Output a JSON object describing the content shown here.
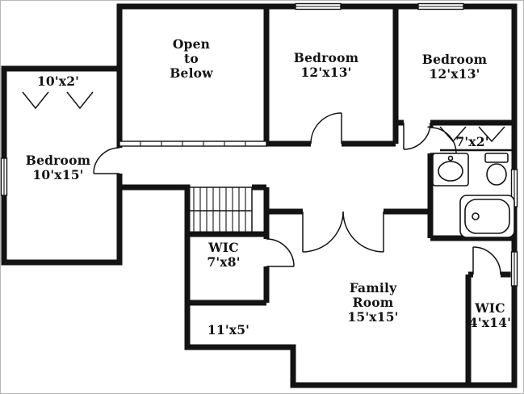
{
  "colors": {
    "wall": "#131313",
    "background": "#ffffff",
    "frame": "#b8b8b8"
  },
  "rooms": {
    "closet_top_left": {
      "lines": [
        "10'x2'"
      ]
    },
    "open_to_below": {
      "lines": [
        "Open",
        "to",
        "Below"
      ]
    },
    "bedroom_top_center": {
      "lines": [
        "Bedroom",
        "12'x13'"
      ]
    },
    "bedroom_top_right": {
      "lines": [
        "Bedroom",
        "12'x13'"
      ]
    },
    "closet_right": {
      "lines": [
        "7'x2'"
      ]
    },
    "bedroom_left": {
      "lines": [
        "Bedroom",
        "10'x15'"
      ]
    },
    "wic_center": {
      "lines": [
        "WIC",
        "7'x8'"
      ]
    },
    "hall_bottom": {
      "lines": [
        "11'x5'"
      ]
    },
    "family_room": {
      "lines": [
        "Family",
        "Room",
        "15'x15'"
      ]
    },
    "wic_right": {
      "lines": [
        "WIC",
        "4'x14'"
      ]
    }
  },
  "icons": [
    "window",
    "door-swing",
    "stair-run",
    "closet-rod-chevron",
    "railing",
    "sink",
    "toilet",
    "bathtub"
  ]
}
